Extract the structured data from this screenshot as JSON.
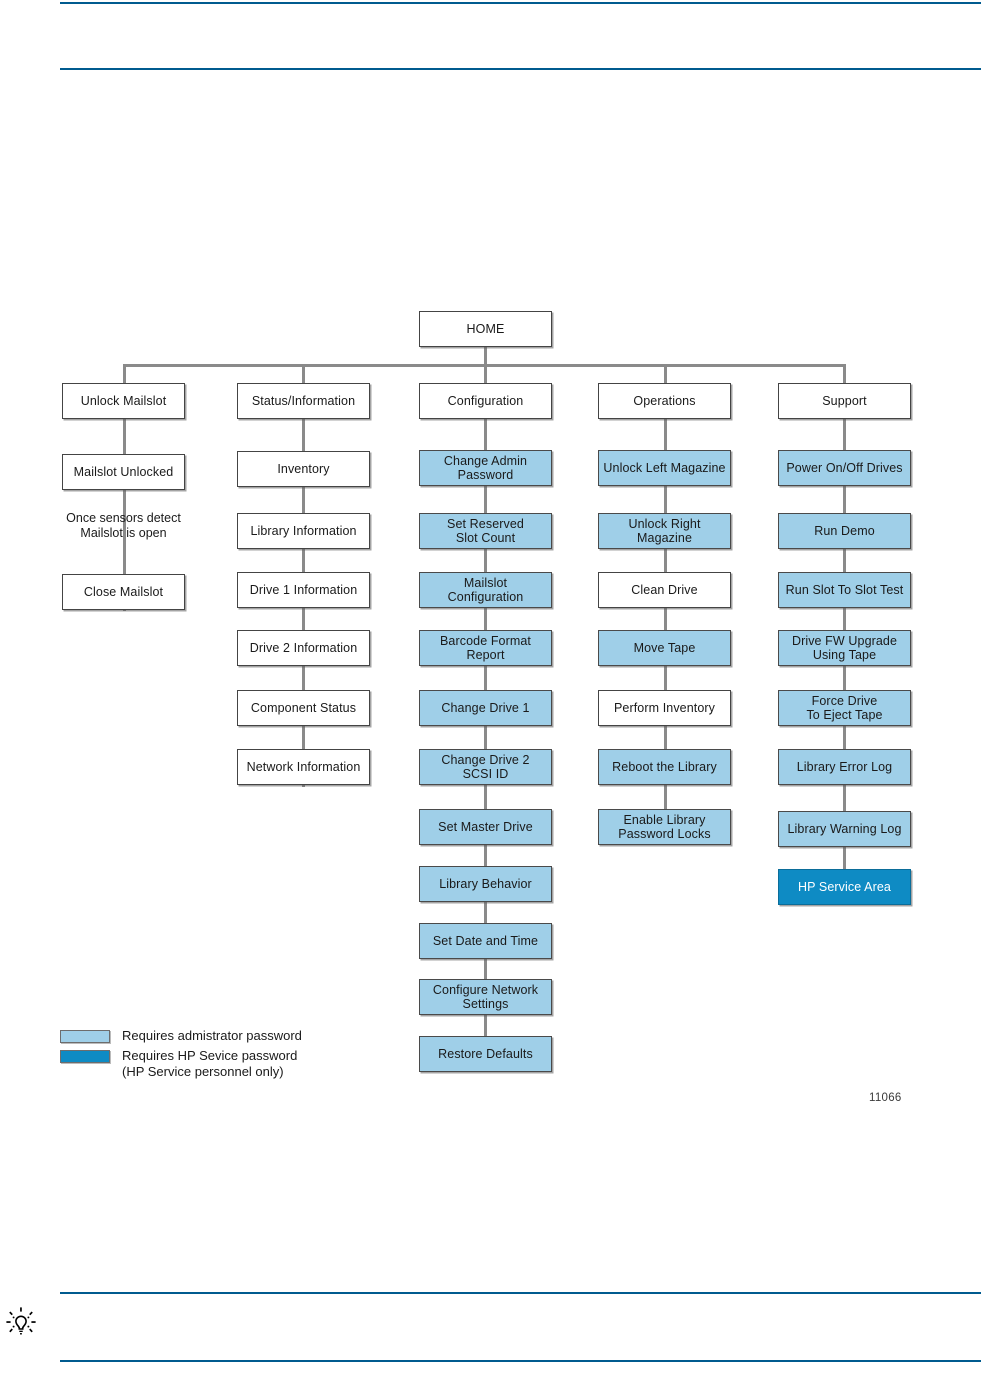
{
  "page": {
    "figure_id": "11066",
    "tip_icon": "lightbulb-tip-icon",
    "colors": {
      "rule_blue": "#005b8f",
      "admin_fill": "#9FCFE8",
      "service_fill": "#0E8BC4",
      "connector": "#8A8A8A",
      "node_border": "#444444"
    }
  },
  "chart_data": {
    "type": "diagram",
    "title": "HOME",
    "root": {
      "label": "HOME",
      "level": "admin_required"
    },
    "columns": [
      {
        "header": "Unlock Mailslot",
        "items": [
          {
            "label": "Mailslot Unlocked",
            "level": "none"
          },
          {
            "label": "Close Mailslot",
            "level": "none"
          }
        ],
        "caption": "Once sensors detect\nMailslot is open"
      },
      {
        "header": "Status/Information",
        "items": [
          {
            "label": "Inventory",
            "level": "none"
          },
          {
            "label": "Library Information",
            "level": "none"
          },
          {
            "label": "Drive 1 Information",
            "level": "none"
          },
          {
            "label": "Drive 2 Information",
            "level": "none"
          },
          {
            "label": "Component Status",
            "level": "none"
          },
          {
            "label": "Network Information",
            "level": "none"
          }
        ]
      },
      {
        "header": "Configuration",
        "items": [
          {
            "label": "Change Admin\nPassword",
            "level": "admin"
          },
          {
            "label": "Set Reserved\nSlot Count",
            "level": "admin"
          },
          {
            "label": "Mailslot\nConfiguration",
            "level": "admin"
          },
          {
            "label": "Barcode Format\nReport",
            "level": "admin"
          },
          {
            "label": "Change Drive 1",
            "level": "admin"
          },
          {
            "label": "Change Drive 2\nSCSI ID",
            "level": "admin"
          },
          {
            "label": "Set Master Drive",
            "level": "admin"
          },
          {
            "label": "Library Behavior",
            "level": "admin"
          },
          {
            "label": "Set  Date and Time",
            "level": "admin"
          },
          {
            "label": "Configure Network\nSettings",
            "level": "admin"
          },
          {
            "label": "Restore Defaults",
            "level": "admin"
          }
        ]
      },
      {
        "header": "Operations",
        "items": [
          {
            "label": "Unlock Left Magazine",
            "level": "admin"
          },
          {
            "label": "Unlock Right Magazine",
            "level": "admin"
          },
          {
            "label": "Clean Drive",
            "level": "none"
          },
          {
            "label": "Move Tape",
            "level": "admin"
          },
          {
            "label": "Perform Inventory",
            "level": "none"
          },
          {
            "label": "Reboot the Library",
            "level": "admin"
          },
          {
            "label": "Enable Library\nPassword Locks",
            "level": "admin"
          }
        ]
      },
      {
        "header": "Support",
        "items": [
          {
            "label": "Power On/Off Drives",
            "level": "admin"
          },
          {
            "label": "Run Demo",
            "level": "admin"
          },
          {
            "label": "Run Slot To Slot Test",
            "level": "admin"
          },
          {
            "label": "Drive FW Upgrade\nUsing Tape",
            "level": "admin"
          },
          {
            "label": "Force Drive\nTo Eject Tape",
            "level": "admin"
          },
          {
            "label": "Library Error Log",
            "level": "admin"
          },
          {
            "label": "Library Warning Log",
            "level": "admin"
          },
          {
            "label": "HP Service Area",
            "level": "service"
          }
        ]
      }
    ]
  },
  "legend": {
    "rows": [
      {
        "swatch": "admin",
        "text": "Requires admistrator password"
      },
      {
        "swatch": "service",
        "text": "Requires HP Sevice password\n(HP Service personnel only)"
      }
    ]
  }
}
